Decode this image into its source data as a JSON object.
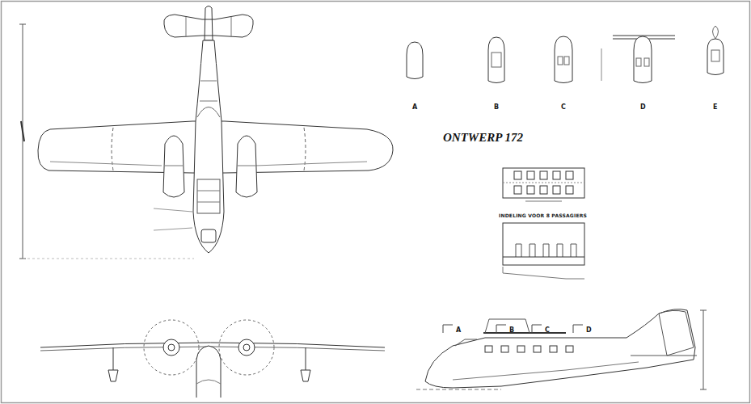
{
  "diagram": {
    "title": "ONTWERP 172",
    "labels": [
      "A",
      "B",
      "C",
      "D",
      "E",
      "INDELING VOOR 8 PASSAGIERS",
      "A",
      "B",
      "C",
      "D"
    ]
  }
}
